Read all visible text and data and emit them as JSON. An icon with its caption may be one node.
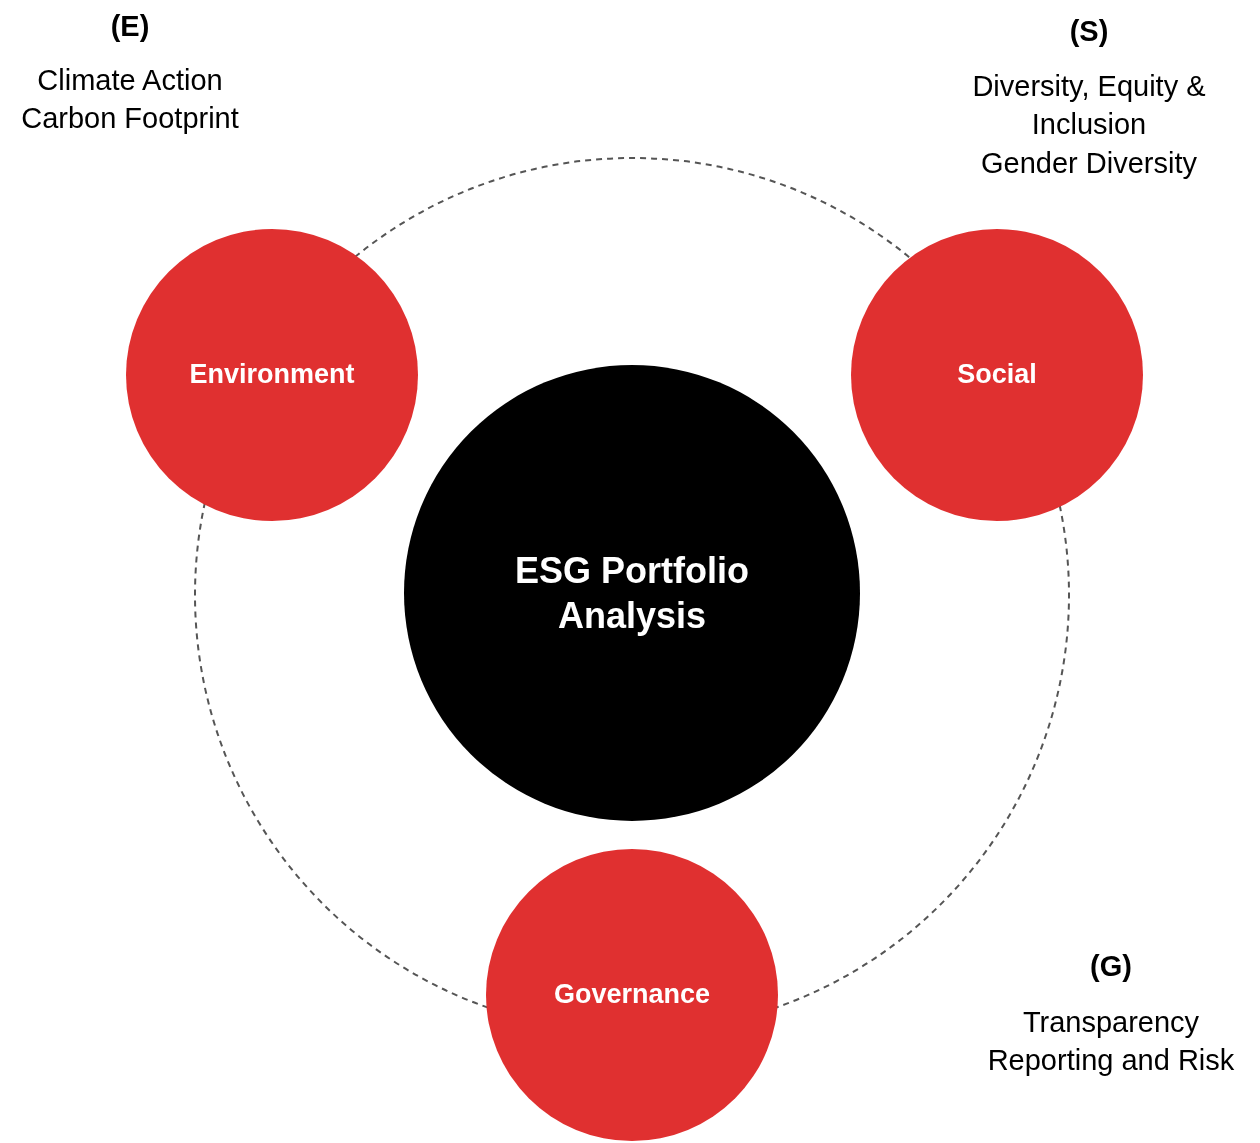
{
  "diagram": {
    "nodes": [
      {
        "text": [
          "ESG Portfolio Analysis"
        ]
      },
      {
        "text": [
          "Environment"
        ]
      },
      {
        "text": [
          "Social"
        ]
      },
      {
        "text": [
          "Governance"
        ]
      }
    ],
    "edges": [
      {
        "from": 1,
        "to": 2,
        "arrow": "none",
        "style": "dashed"
      },
      {
        "from": 2,
        "to": 3,
        "arrow": "none",
        "style": "dashed"
      },
      {
        "from": 3,
        "to": 1,
        "arrow": "none",
        "style": "dashed"
      }
    ],
    "labels": [
      "(E)",
      "Climate Action",
      "Carbon Footprint",
      "(S)",
      "Diversity, Equity & Inclusion",
      "Gender Diversity",
      "(G)",
      "Transparency",
      "Reporting and Risk"
    ]
  }
}
